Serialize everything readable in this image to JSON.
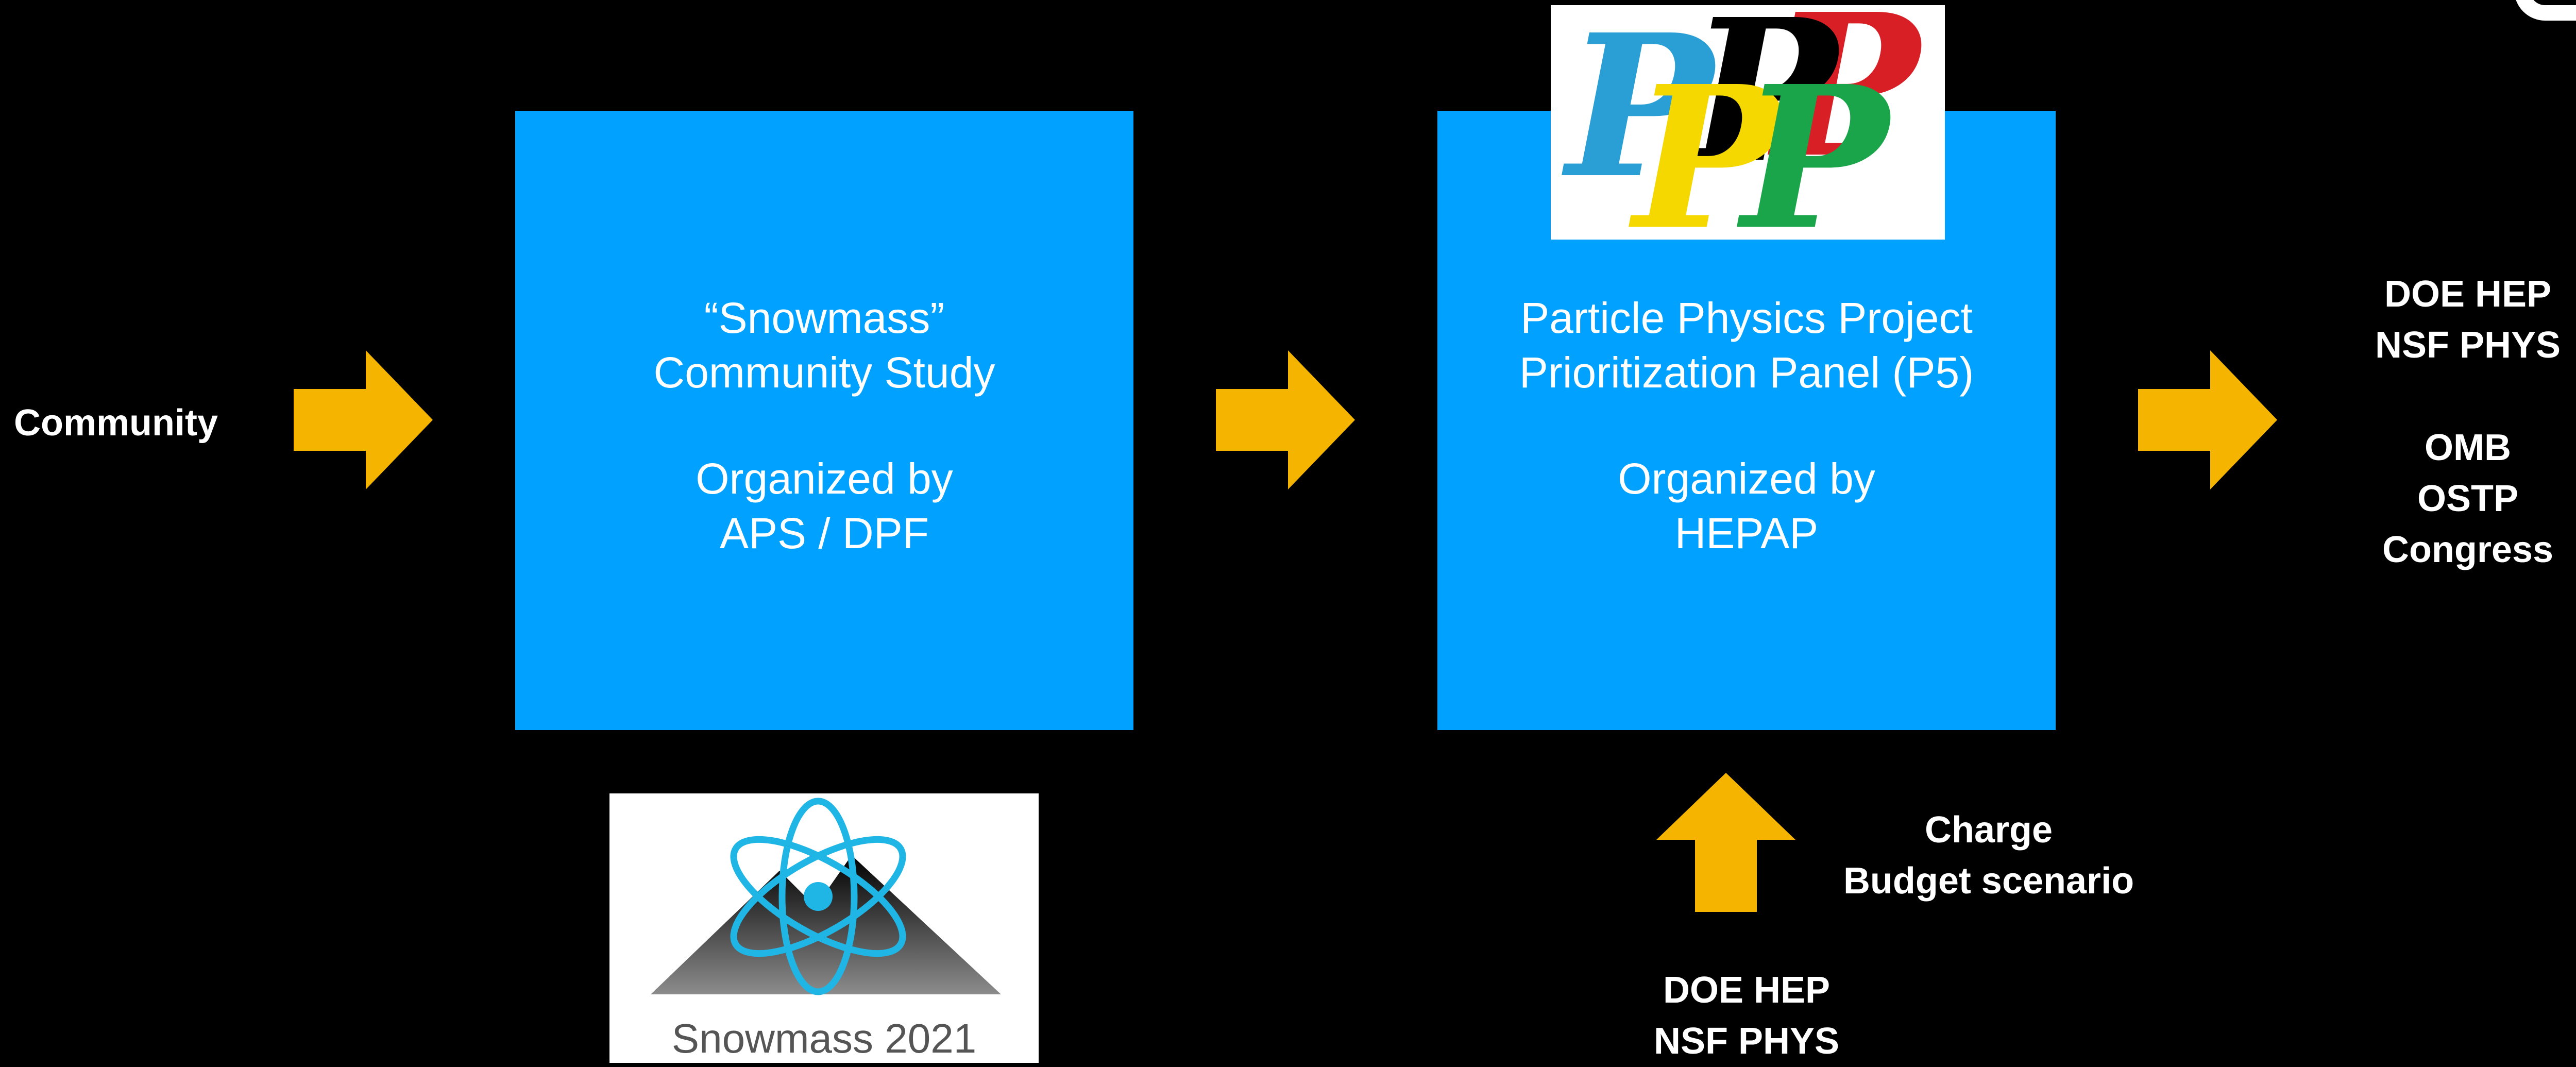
{
  "diagram": {
    "community_label": "Community",
    "snowmass_box": {
      "line1": "“Snowmass”",
      "line2": "Community Study",
      "line3": "Organized by",
      "line4": "APS / DPF"
    },
    "p5_box": {
      "line1": "Particle Physics Project",
      "line2": "Prioritization Panel (P5)",
      "line3": "Organized by",
      "line4": "HEPAP"
    },
    "recipients": [
      "DOE HEP",
      "NSF PHYS",
      "OMB",
      "OSTP",
      "Congress"
    ],
    "charge_label": "Charge",
    "budget_label": "Budget scenario",
    "agencies": [
      "DOE HEP",
      "NSF PHYS"
    ],
    "snowmass_logo_text": "Snowmass 2021"
  },
  "colors": {
    "background": "#000000",
    "box": "#00a1ff",
    "arrow": "#f5b400",
    "text": "#ffffff",
    "p5_logo_colors": [
      "#2a9fd6",
      "#f5d800",
      "#000000",
      "#1aa54a",
      "#d81f26"
    ]
  }
}
